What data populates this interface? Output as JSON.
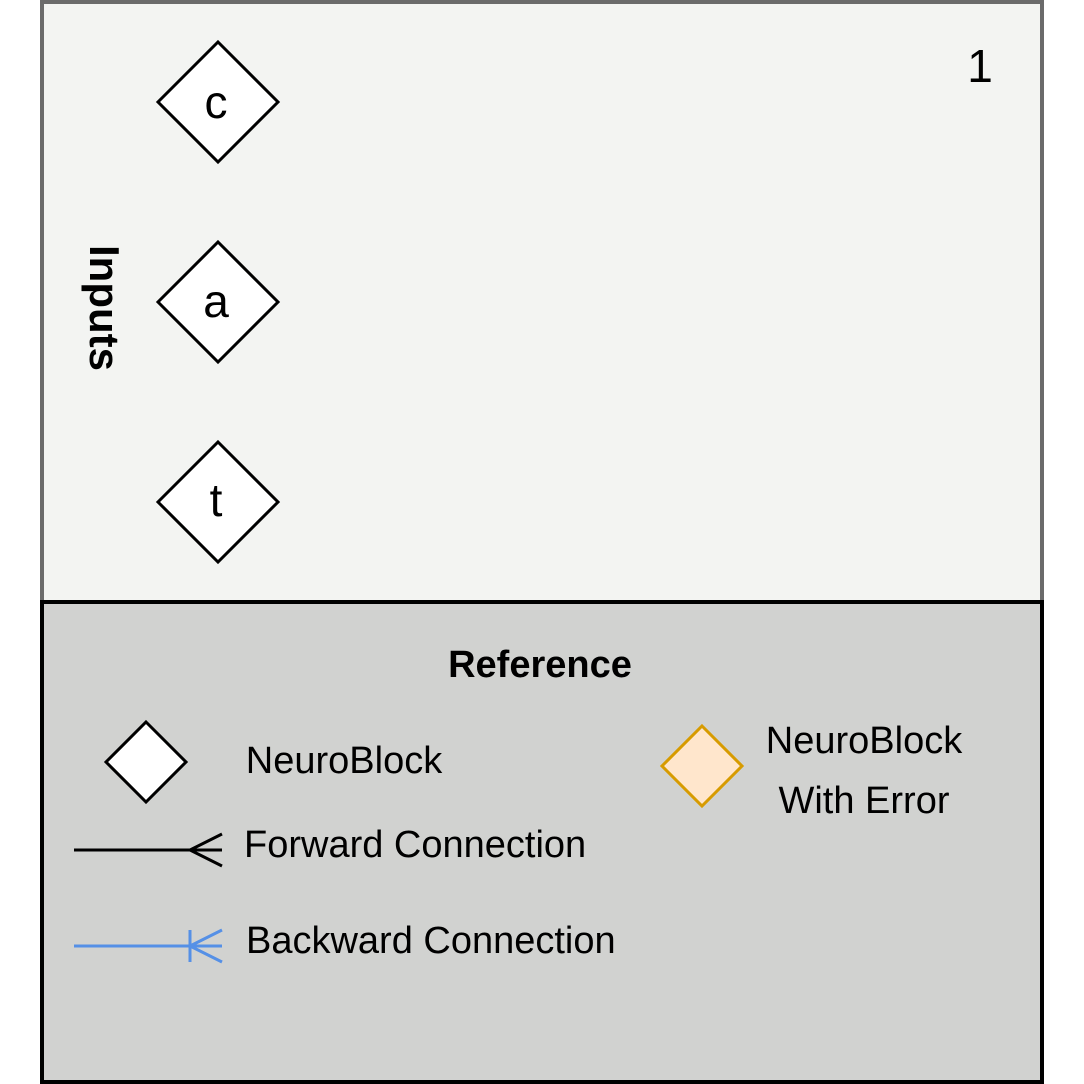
{
  "inputs_panel": {
    "title": "Inputs",
    "number": "1",
    "background": "#f3f4f2",
    "border": "#6b6b6b"
  },
  "nodes": [
    {
      "label": "c"
    },
    {
      "label": "a"
    },
    {
      "label": "t"
    }
  ],
  "reference_panel": {
    "title": "Reference",
    "background": "#d1d2d0",
    "neuroblock_label": "NeuroBlock",
    "error_label_line1": "NeuroBlock",
    "error_label_line2": "With Error",
    "forward_label": "Forward Connection",
    "backward_label": "Backward Connection",
    "error_fill": "#ffe6cc",
    "error_stroke": "#d79b00",
    "backward_color": "#5590e6"
  }
}
